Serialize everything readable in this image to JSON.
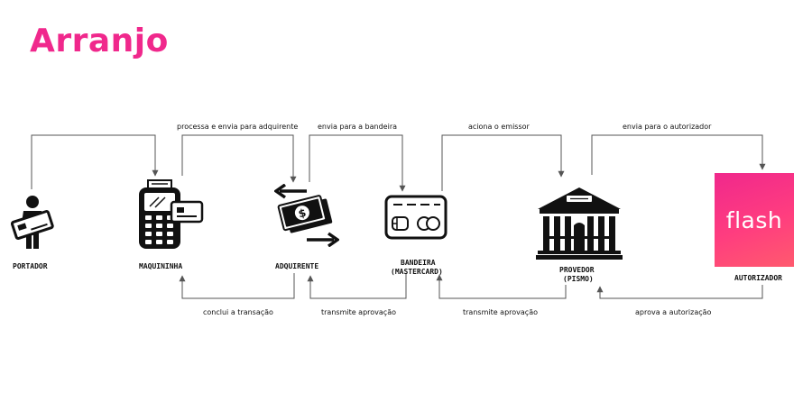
{
  "title": "Arranjo",
  "brand_color": "#f0288c",
  "line_color": "#555555",
  "nodes": [
    {
      "id": "portador",
      "label": "PORTADOR",
      "icon": "person-with-card-icon"
    },
    {
      "id": "maquininha",
      "label": "MAQUININHA",
      "icon": "card-machine-icon"
    },
    {
      "id": "adquirente",
      "label": "ADQUIRENTE",
      "icon": "money-exchange-icon"
    },
    {
      "id": "bandeira",
      "label": "BANDEIRA",
      "sublabel": "(MASTERCARD)",
      "icon": "credit-card-icon"
    },
    {
      "id": "provedor",
      "label": "PROVEDOR",
      "sublabel": "(PISMO)",
      "icon": "bank-building-icon"
    },
    {
      "id": "autorizador",
      "label": "AUTORIZADOR",
      "logo_text": "flash"
    }
  ],
  "forward_steps": [
    "processa e envia para adquirente",
    "envia para a bandeira",
    "aciona o emissor",
    "envia para o autorizador"
  ],
  "return_steps": [
    "conclui a transação",
    "transmite aprovação",
    "transmite aprovação",
    "aprova a autorização"
  ]
}
